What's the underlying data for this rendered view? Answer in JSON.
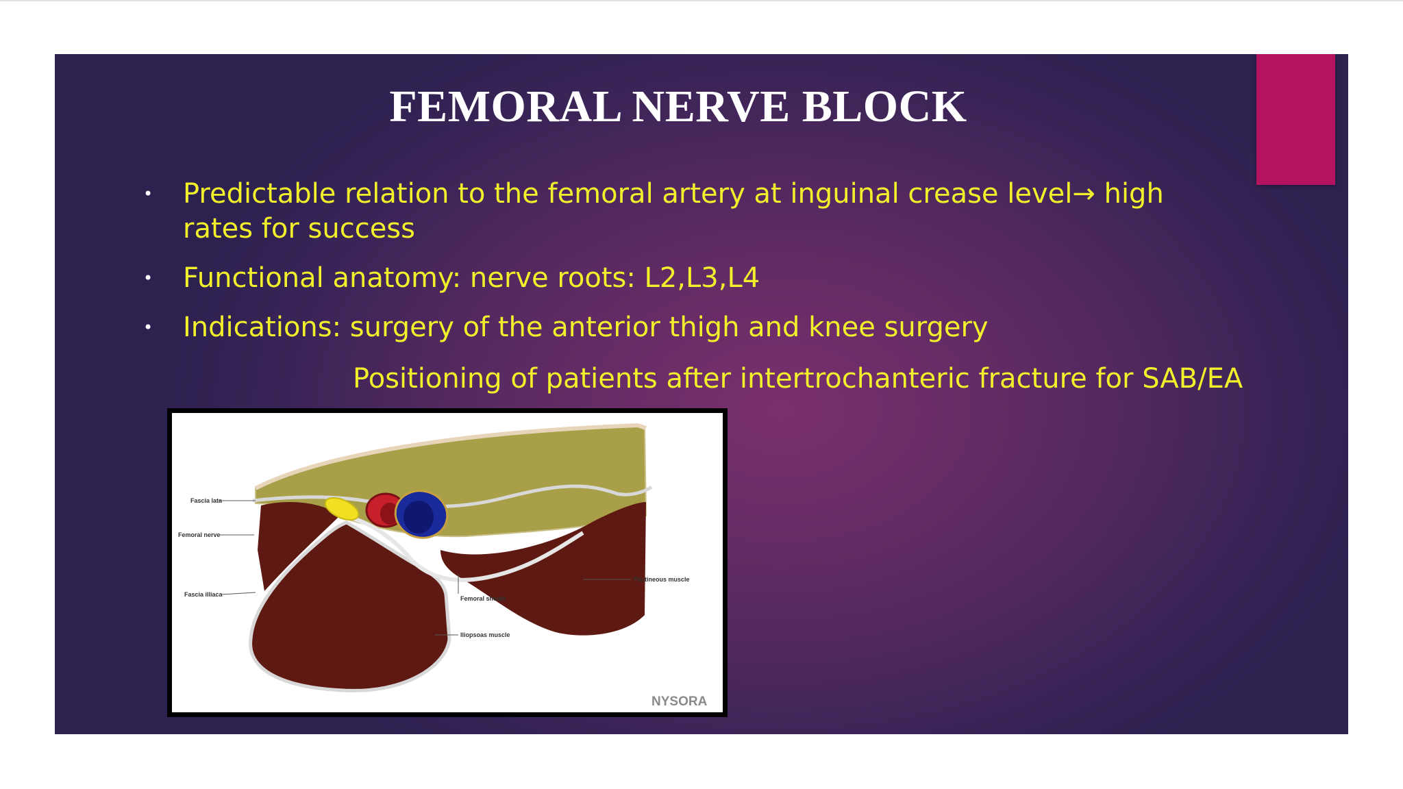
{
  "slide": {
    "title": "FEMORAL NERVE BLOCK",
    "bullets": [
      "Predictable relation to the femoral artery at inguinal crease level→ high rates for success",
      "Functional anatomy: nerve roots: L2,L3,L4",
      "Indications: surgery of the anterior thigh and knee surgery"
    ],
    "indication_continuation": "Positioning of patients after intertrochanteric fracture for SAB/EA",
    "colors": {
      "background": "#5b2a62",
      "title": "#ffffff",
      "bullet_text": "#f2f02a",
      "accent_bar": "#b4135f"
    }
  },
  "figure": {
    "labels": {
      "fascia_lata": "Fascia lata",
      "femoral_nerve": "Femoral nerve",
      "fascia_illiaca": "Fascia illiaca",
      "femoral_sheath": "Femoral sheath",
      "pectineous_muscle": "Pectineous muscle",
      "iliopsoas_muscle": "Iliopsoas muscle"
    },
    "logo": "NYSORA",
    "colors": {
      "fat_tissue": "#a9a049",
      "muscle": "#5e1a12",
      "nerve": "#f0e021",
      "artery": "#c8202a",
      "vein": "#1a2a9a"
    }
  }
}
